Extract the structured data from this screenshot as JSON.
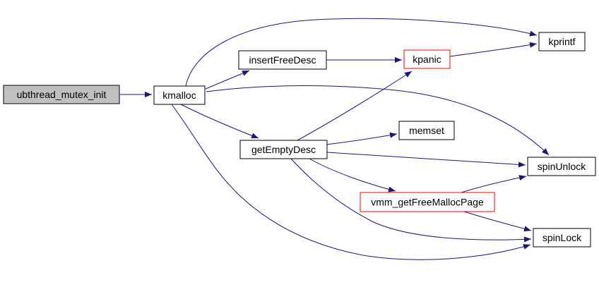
{
  "diagram": {
    "kind": "doxygen-call-graph",
    "background_color": "#ffffff",
    "edge_color": "#191970",
    "styles": {
      "root": {
        "fill": "#c0c0c0",
        "stroke": "#000000",
        "text": "#000000"
      },
      "normal": {
        "fill": "#ffffff",
        "stroke": "#000000",
        "text": "#000000"
      },
      "highlight": {
        "fill": "#ffffff",
        "stroke": "#ff0000",
        "text": "#000000"
      }
    },
    "nodes": [
      {
        "id": "ubthread_mutex_init",
        "label": "ubthread_mutex_init",
        "style": "root"
      },
      {
        "id": "kmalloc",
        "label": "kmalloc",
        "style": "normal"
      },
      {
        "id": "insertFreeDesc",
        "label": "insertFreeDesc",
        "style": "normal"
      },
      {
        "id": "kpanic",
        "label": "kpanic",
        "style": "highlight"
      },
      {
        "id": "kprintf",
        "label": "kprintf",
        "style": "normal"
      },
      {
        "id": "getEmptyDesc",
        "label": "getEmptyDesc",
        "style": "normal"
      },
      {
        "id": "memset",
        "label": "memset",
        "style": "normal"
      },
      {
        "id": "spinUnlock",
        "label": "spinUnlock",
        "style": "normal"
      },
      {
        "id": "vmm_getFreeMallocPage",
        "label": "vmm_getFreeMallocPage",
        "style": "highlight"
      },
      {
        "id": "spinLock",
        "label": "spinLock",
        "style": "normal"
      }
    ],
    "edges": [
      {
        "from": "ubthread_mutex_init",
        "to": "kmalloc"
      },
      {
        "from": "kmalloc",
        "to": "kprintf"
      },
      {
        "from": "kmalloc",
        "to": "insertFreeDesc"
      },
      {
        "from": "kmalloc",
        "to": "spinUnlock"
      },
      {
        "from": "kmalloc",
        "to": "getEmptyDesc"
      },
      {
        "from": "kmalloc",
        "to": "spinLock"
      },
      {
        "from": "insertFreeDesc",
        "to": "kpanic"
      },
      {
        "from": "kpanic",
        "to": "kprintf"
      },
      {
        "from": "getEmptyDesc",
        "to": "kpanic"
      },
      {
        "from": "getEmptyDesc",
        "to": "memset"
      },
      {
        "from": "getEmptyDesc",
        "to": "spinUnlock"
      },
      {
        "from": "getEmptyDesc",
        "to": "vmm_getFreeMallocPage"
      },
      {
        "from": "getEmptyDesc",
        "to": "spinLock"
      },
      {
        "from": "vmm_getFreeMallocPage",
        "to": "spinUnlock"
      },
      {
        "from": "vmm_getFreeMallocPage",
        "to": "spinLock"
      }
    ]
  }
}
